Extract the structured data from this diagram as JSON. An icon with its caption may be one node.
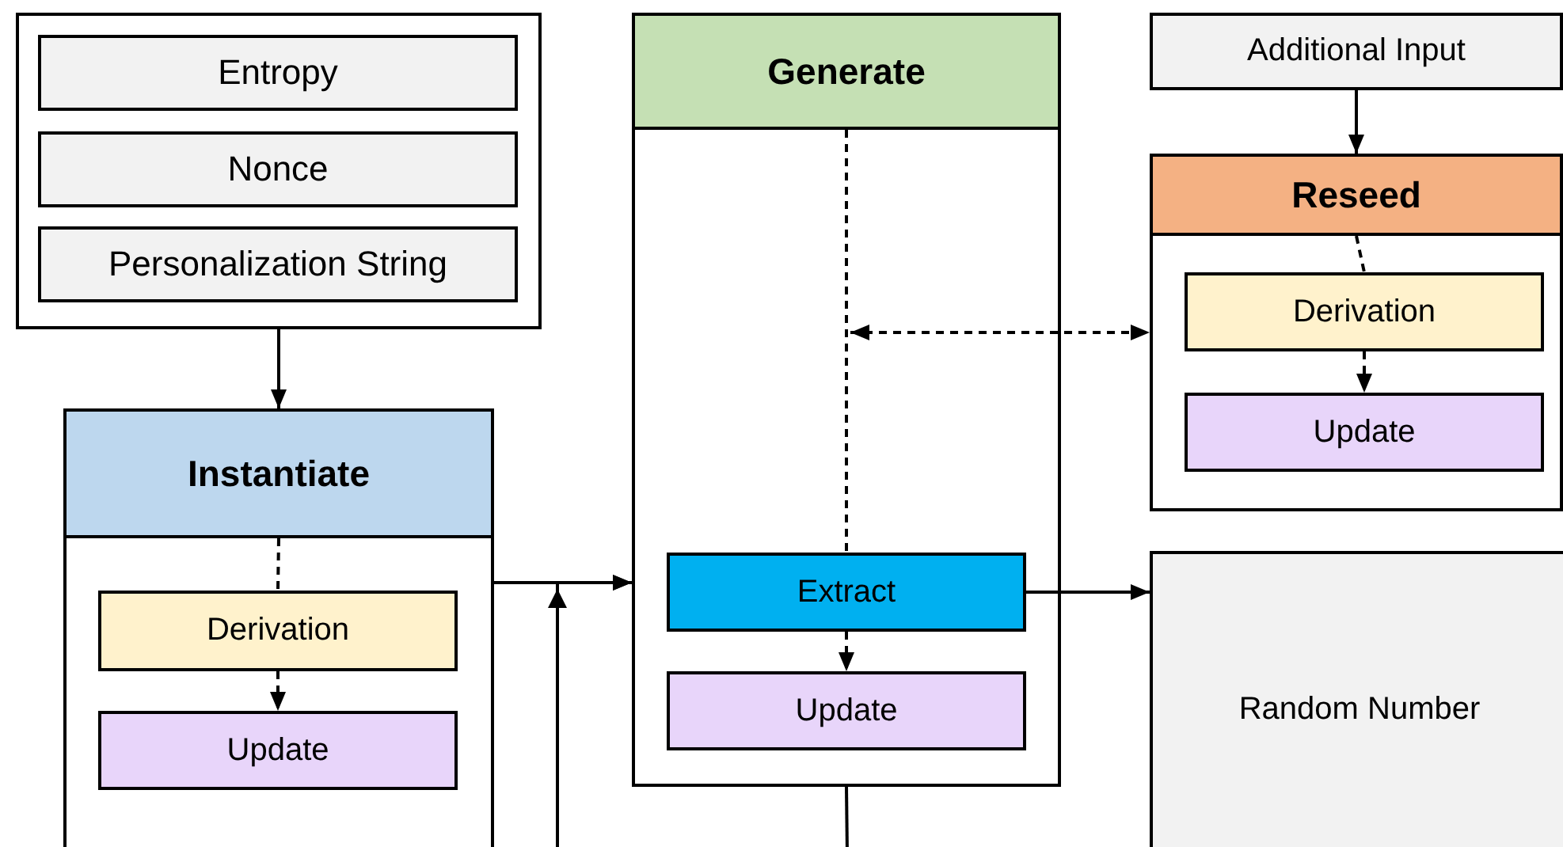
{
  "diagram": {
    "nodes": [
      {
        "text": [],
        "shape": "box"
      },
      {
        "text": [
          "Entropy"
        ],
        "in": 0
      },
      {
        "text": [
          "Nonce"
        ],
        "in": 0
      },
      {
        "text": [
          "Personalization String"
        ],
        "in": 0
      },
      {
        "text": [],
        "shape": "box"
      },
      {
        "text": [
          "Instantiate"
        ],
        "in": 4
      },
      {
        "text": [
          "Derivation"
        ],
        "in": 4
      },
      {
        "text": [
          "Update"
        ],
        "in": 4
      },
      {
        "text": [],
        "shape": "box"
      },
      {
        "text": [
          "Generate"
        ],
        "in": 8
      },
      {
        "text": [
          "Extract"
        ],
        "in": 8
      },
      {
        "text": [
          "Update"
        ],
        "in": 8
      },
      {
        "text": [
          "Additional Input"
        ]
      },
      {
        "text": [],
        "shape": "box"
      },
      {
        "text": [
          "Reseed"
        ],
        "in": 13
      },
      {
        "text": [
          "Derivation"
        ],
        "in": 13
      },
      {
        "text": [
          "Update"
        ],
        "in": 13
      },
      {
        "text": [
          "Random Number"
        ]
      }
    ],
    "edges": [
      {
        "from": 0,
        "to": 4,
        "arrow": "to"
      },
      {
        "from": 5,
        "to": 6,
        "arrow": "none",
        "style": "dashed"
      },
      {
        "from": 6,
        "to": 7,
        "arrow": "to",
        "style": "dashed"
      },
      {
        "from": 4,
        "to": 8,
        "arrow": "to"
      },
      {
        "from": null,
        "to": 8,
        "arrow": "to"
      },
      {
        "from": 9,
        "to": 10,
        "arrow": "none",
        "style": "dashed"
      },
      {
        "from": 10,
        "to": 11,
        "arrow": "to",
        "style": "dashed"
      },
      {
        "from": null,
        "to": 13,
        "arrow": "both",
        "style": "dashed"
      },
      {
        "from": 12,
        "to": 13,
        "arrow": "to"
      },
      {
        "from": 14,
        "to": 15,
        "arrow": "none",
        "style": "dashed"
      },
      {
        "from": 15,
        "to": 16,
        "arrow": "to",
        "style": "dashed"
      },
      {
        "from": 10,
        "to": 17,
        "arrow": "to"
      },
      {
        "from": 8,
        "to": null,
        "arrow": "none"
      }
    ]
  }
}
